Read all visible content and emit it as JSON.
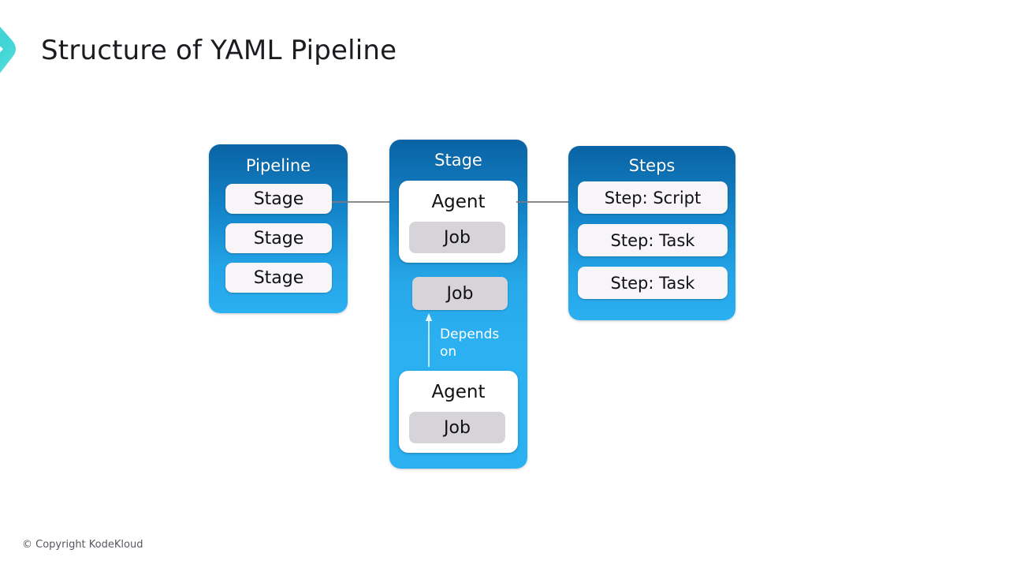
{
  "slide": {
    "title": "Structure of YAML Pipeline",
    "footer": "© Copyright KodeKloud",
    "logo_icon": "chevron-right-logo"
  },
  "colors": {
    "box_gradient_top": "#0a63a4",
    "box_gradient_bottom": "#2bb0f2",
    "card_background": "#f7f5f8",
    "agent_background": "#ffffff",
    "job_background": "#d7d4d9",
    "connector": "#7a7a82",
    "logo_teal": "#3fd6d2",
    "title_text": "#1c1b20",
    "footer_text": "#58565e"
  },
  "diagram": {
    "type": "flow",
    "pipeline": {
      "header": "Pipeline",
      "cards": [
        {
          "label": "Stage"
        },
        {
          "label": "Stage"
        },
        {
          "label": "Stage"
        }
      ]
    },
    "stage": {
      "header": "Stage",
      "agents": [
        {
          "label": "Agent",
          "job": "Job"
        },
        {
          "label": "Agent",
          "job": "Job"
        }
      ],
      "standalone_job": "Job",
      "depends_label": "Depends on",
      "depends_arrow_icon": "arrow-up-icon"
    },
    "steps": {
      "header": "Steps",
      "cards": [
        {
          "label": "Step: Script"
        },
        {
          "label": "Step: Task"
        },
        {
          "label": "Step: Task"
        }
      ]
    },
    "connectors": [
      {
        "from": "pipeline-stage-card",
        "to": "stage-agent",
        "icon": "arrow-right-icon"
      },
      {
        "from": "stage-agent",
        "to": "steps-step-script",
        "icon": "arrow-right-icon"
      }
    ]
  }
}
